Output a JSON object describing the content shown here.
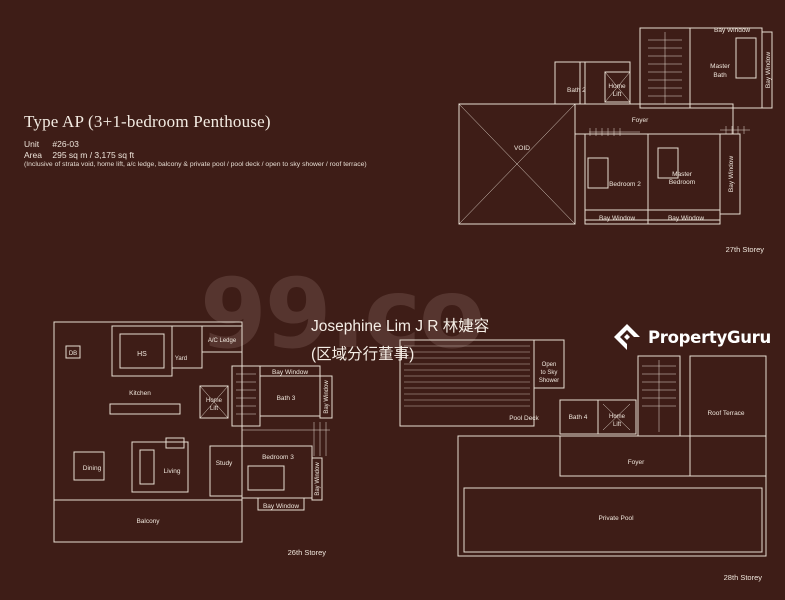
{
  "header": {
    "title": "Type AP (3+1-bedroom Penthouse)",
    "unit_label": "Unit",
    "unit_value": "#26-03",
    "area_label": "Area",
    "area_value": "295 sq m / 3,175 sq ft",
    "note": "(Inclusive of strata void, home lift, a/c ledge, balcony & private pool / pool deck / open to sky shower / roof terrace)"
  },
  "watermark": "99.co",
  "agent": {
    "line1": "Josephine Lim J R 林婕容",
    "line2": "(区域分行董事)"
  },
  "brand": {
    "name": "PropertyGuru"
  },
  "storeys": {
    "s27": "27th Storey",
    "s26": "26th Storey",
    "s28": "28th Storey"
  },
  "rooms27": {
    "bay_window_top": "Bay Window",
    "master_bath_1": "Master",
    "master_bath_2": "Bath",
    "bath2": "Bath 2",
    "home_lift_1": "Home",
    "home_lift_2": "Lift",
    "foyer": "Foyer",
    "void": "VOID",
    "bedroom2": "Bedroom 2",
    "master_bedroom_1": "Master",
    "master_bedroom_2": "Bedroom",
    "bay_window_b1": "Bay Window",
    "bay_window_b2": "Bay Window",
    "bay_window_side": "Bay Window",
    "bay_window_right": "Bay Window"
  },
  "rooms26": {
    "hs": "HS",
    "db": "DB",
    "yard": "Yard",
    "ac_ledge": "A/C Ledge",
    "kitchen": "Kitchen",
    "home_lift_1": "Home",
    "home_lift_2": "Lift",
    "bay_window_top": "Bay Window",
    "bath3": "Bath 3",
    "bay_window_side": "Bay Window",
    "dining": "Dining",
    "living": "Living",
    "study": "Study",
    "bedroom3": "Bedroom 3",
    "bay_window_bottom": "Bay Window",
    "bay_window_right": "Bay Window",
    "balcony": "Balcony"
  },
  "rooms28": {
    "open_sky_1": "Open",
    "open_sky_2": "to Sky",
    "open_sky_3": "Shower",
    "pool_deck": "Pool Deck",
    "bath4": "Bath 4",
    "home_lift_1": "Home",
    "home_lift_2": "Lift",
    "roof_terrace": "Roof Terrace",
    "foyer": "Foyer",
    "private_pool": "Private Pool"
  }
}
